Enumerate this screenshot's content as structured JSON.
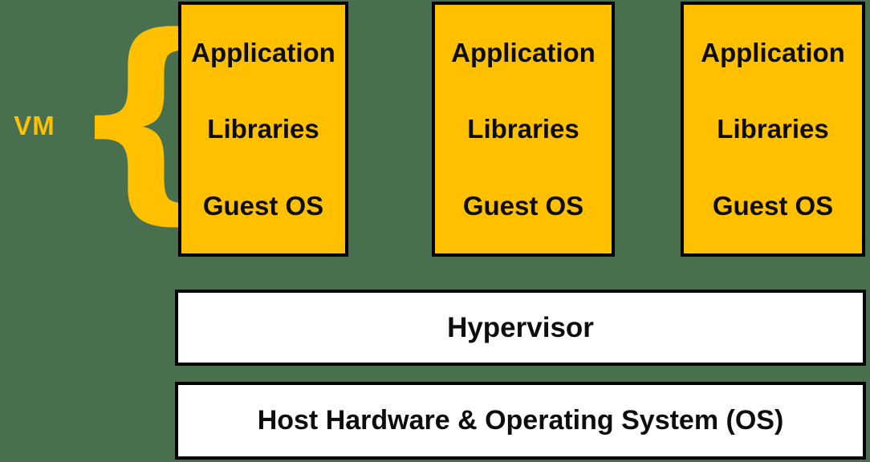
{
  "colors": {
    "background": "#48704F",
    "vm_box_fill": "#FFC000",
    "accent_gold": "#FFC000",
    "border": "#000000",
    "layer_box_fill": "#FFFFFF",
    "text": "#0D0D0D"
  },
  "vm": {
    "label": "VM",
    "brace": "{",
    "columns": [
      {
        "layers": [
          "Application",
          "Libraries",
          "Guest OS"
        ]
      },
      {
        "layers": [
          "Application",
          "Libraries",
          "Guest OS"
        ]
      },
      {
        "layers": [
          "Application",
          "Libraries",
          "Guest OS"
        ]
      }
    ]
  },
  "stack": {
    "hypervisor_label": "Hypervisor",
    "host_label": "Host Hardware & Operating System (OS)"
  }
}
